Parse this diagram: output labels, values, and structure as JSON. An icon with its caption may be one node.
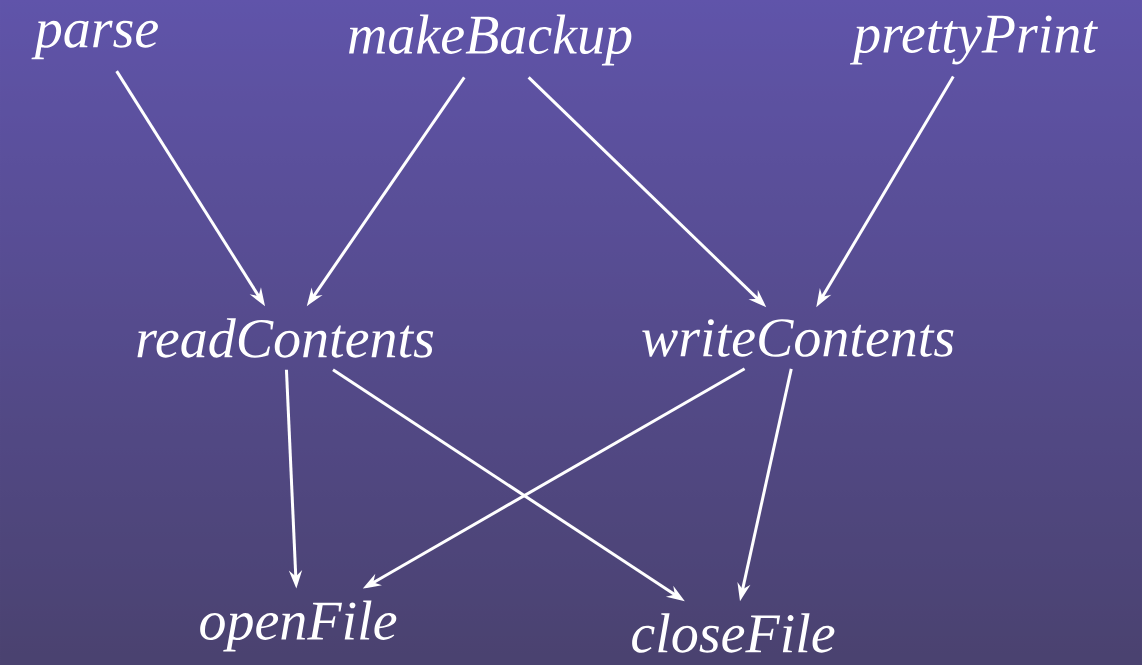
{
  "diagram": {
    "nodes": [
      {
        "text": [
          "parse"
        ]
      },
      {
        "text": [
          "makeBackup"
        ]
      },
      {
        "text": [
          "prettyPrint"
        ]
      },
      {
        "text": [
          "readContents"
        ]
      },
      {
        "text": [
          "writeContents"
        ]
      },
      {
        "text": [
          "openFile"
        ]
      },
      {
        "text": [
          "closeFile"
        ]
      }
    ],
    "edges": [
      {
        "from": 0,
        "to": 3,
        "arrow": "to"
      },
      {
        "from": 1,
        "to": 3,
        "arrow": "to"
      },
      {
        "from": 1,
        "to": 4,
        "arrow": "to"
      },
      {
        "from": 2,
        "to": 4,
        "arrow": "to"
      },
      {
        "from": 3,
        "to": 5,
        "arrow": "to"
      },
      {
        "from": 3,
        "to": 6,
        "arrow": "to"
      },
      {
        "from": 4,
        "to": 5,
        "arrow": "to"
      },
      {
        "from": 4,
        "to": 6,
        "arrow": "to"
      }
    ]
  }
}
